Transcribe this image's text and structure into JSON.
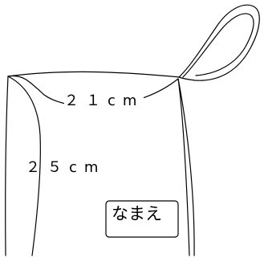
{
  "diagram": {
    "width_label": "２１cm",
    "height_label": "２５cm",
    "name_label": "なまえ",
    "stroke_color": "#000000",
    "background_color": "#ffffff"
  }
}
